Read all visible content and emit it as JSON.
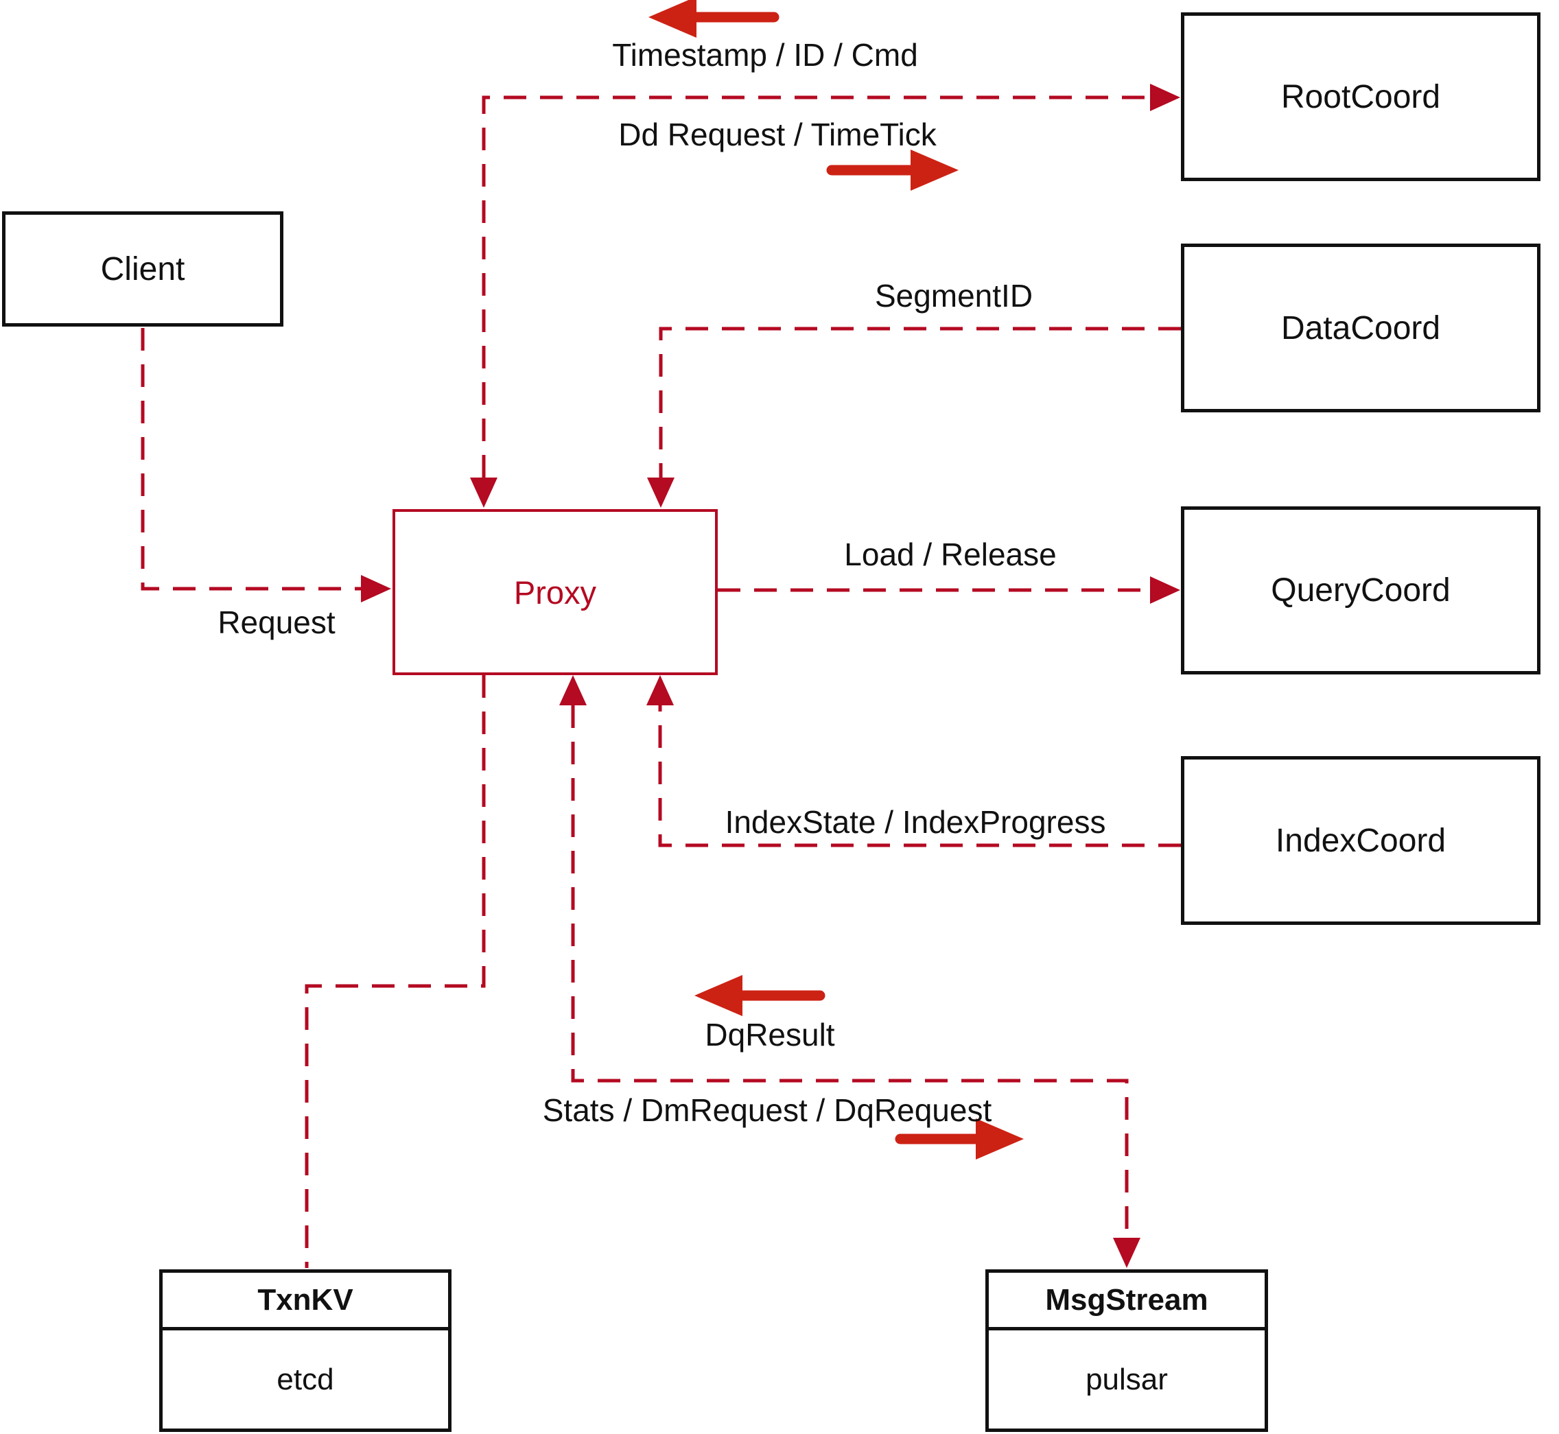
{
  "diagram": {
    "nodes": {
      "client": {
        "label": "Client"
      },
      "proxy": {
        "label": "Proxy"
      },
      "root_coord": {
        "label": "RootCoord"
      },
      "data_coord": {
        "label": "DataCoord"
      },
      "query_coord": {
        "label": "QueryCoord"
      },
      "index_coord": {
        "label": "IndexCoord"
      },
      "txn_kv": {
        "title": "TxnKV",
        "subtitle": "etcd"
      },
      "msg_stream": {
        "title": "MsgStream",
        "subtitle": "pulsar"
      }
    },
    "edge_labels": {
      "timestamp_id_cmd": "Timestamp / ID / Cmd",
      "dd_request_timetick": "Dd Request / TimeTick",
      "segment_id": "SegmentID",
      "load_release": "Load / Release",
      "index_state_progress": "IndexState / IndexProgress",
      "request": "Request",
      "dq_result": "DqResult",
      "stats_dm_dq": "Stats / DmRequest / DqRequest"
    },
    "colors": {
      "dashed_line": "#b40a22",
      "solid_arrow": "#cc2214",
      "proxy_accent": "#b40a22",
      "box_border": "#111111",
      "text": "#111111",
      "background": "#ffffff"
    }
  }
}
